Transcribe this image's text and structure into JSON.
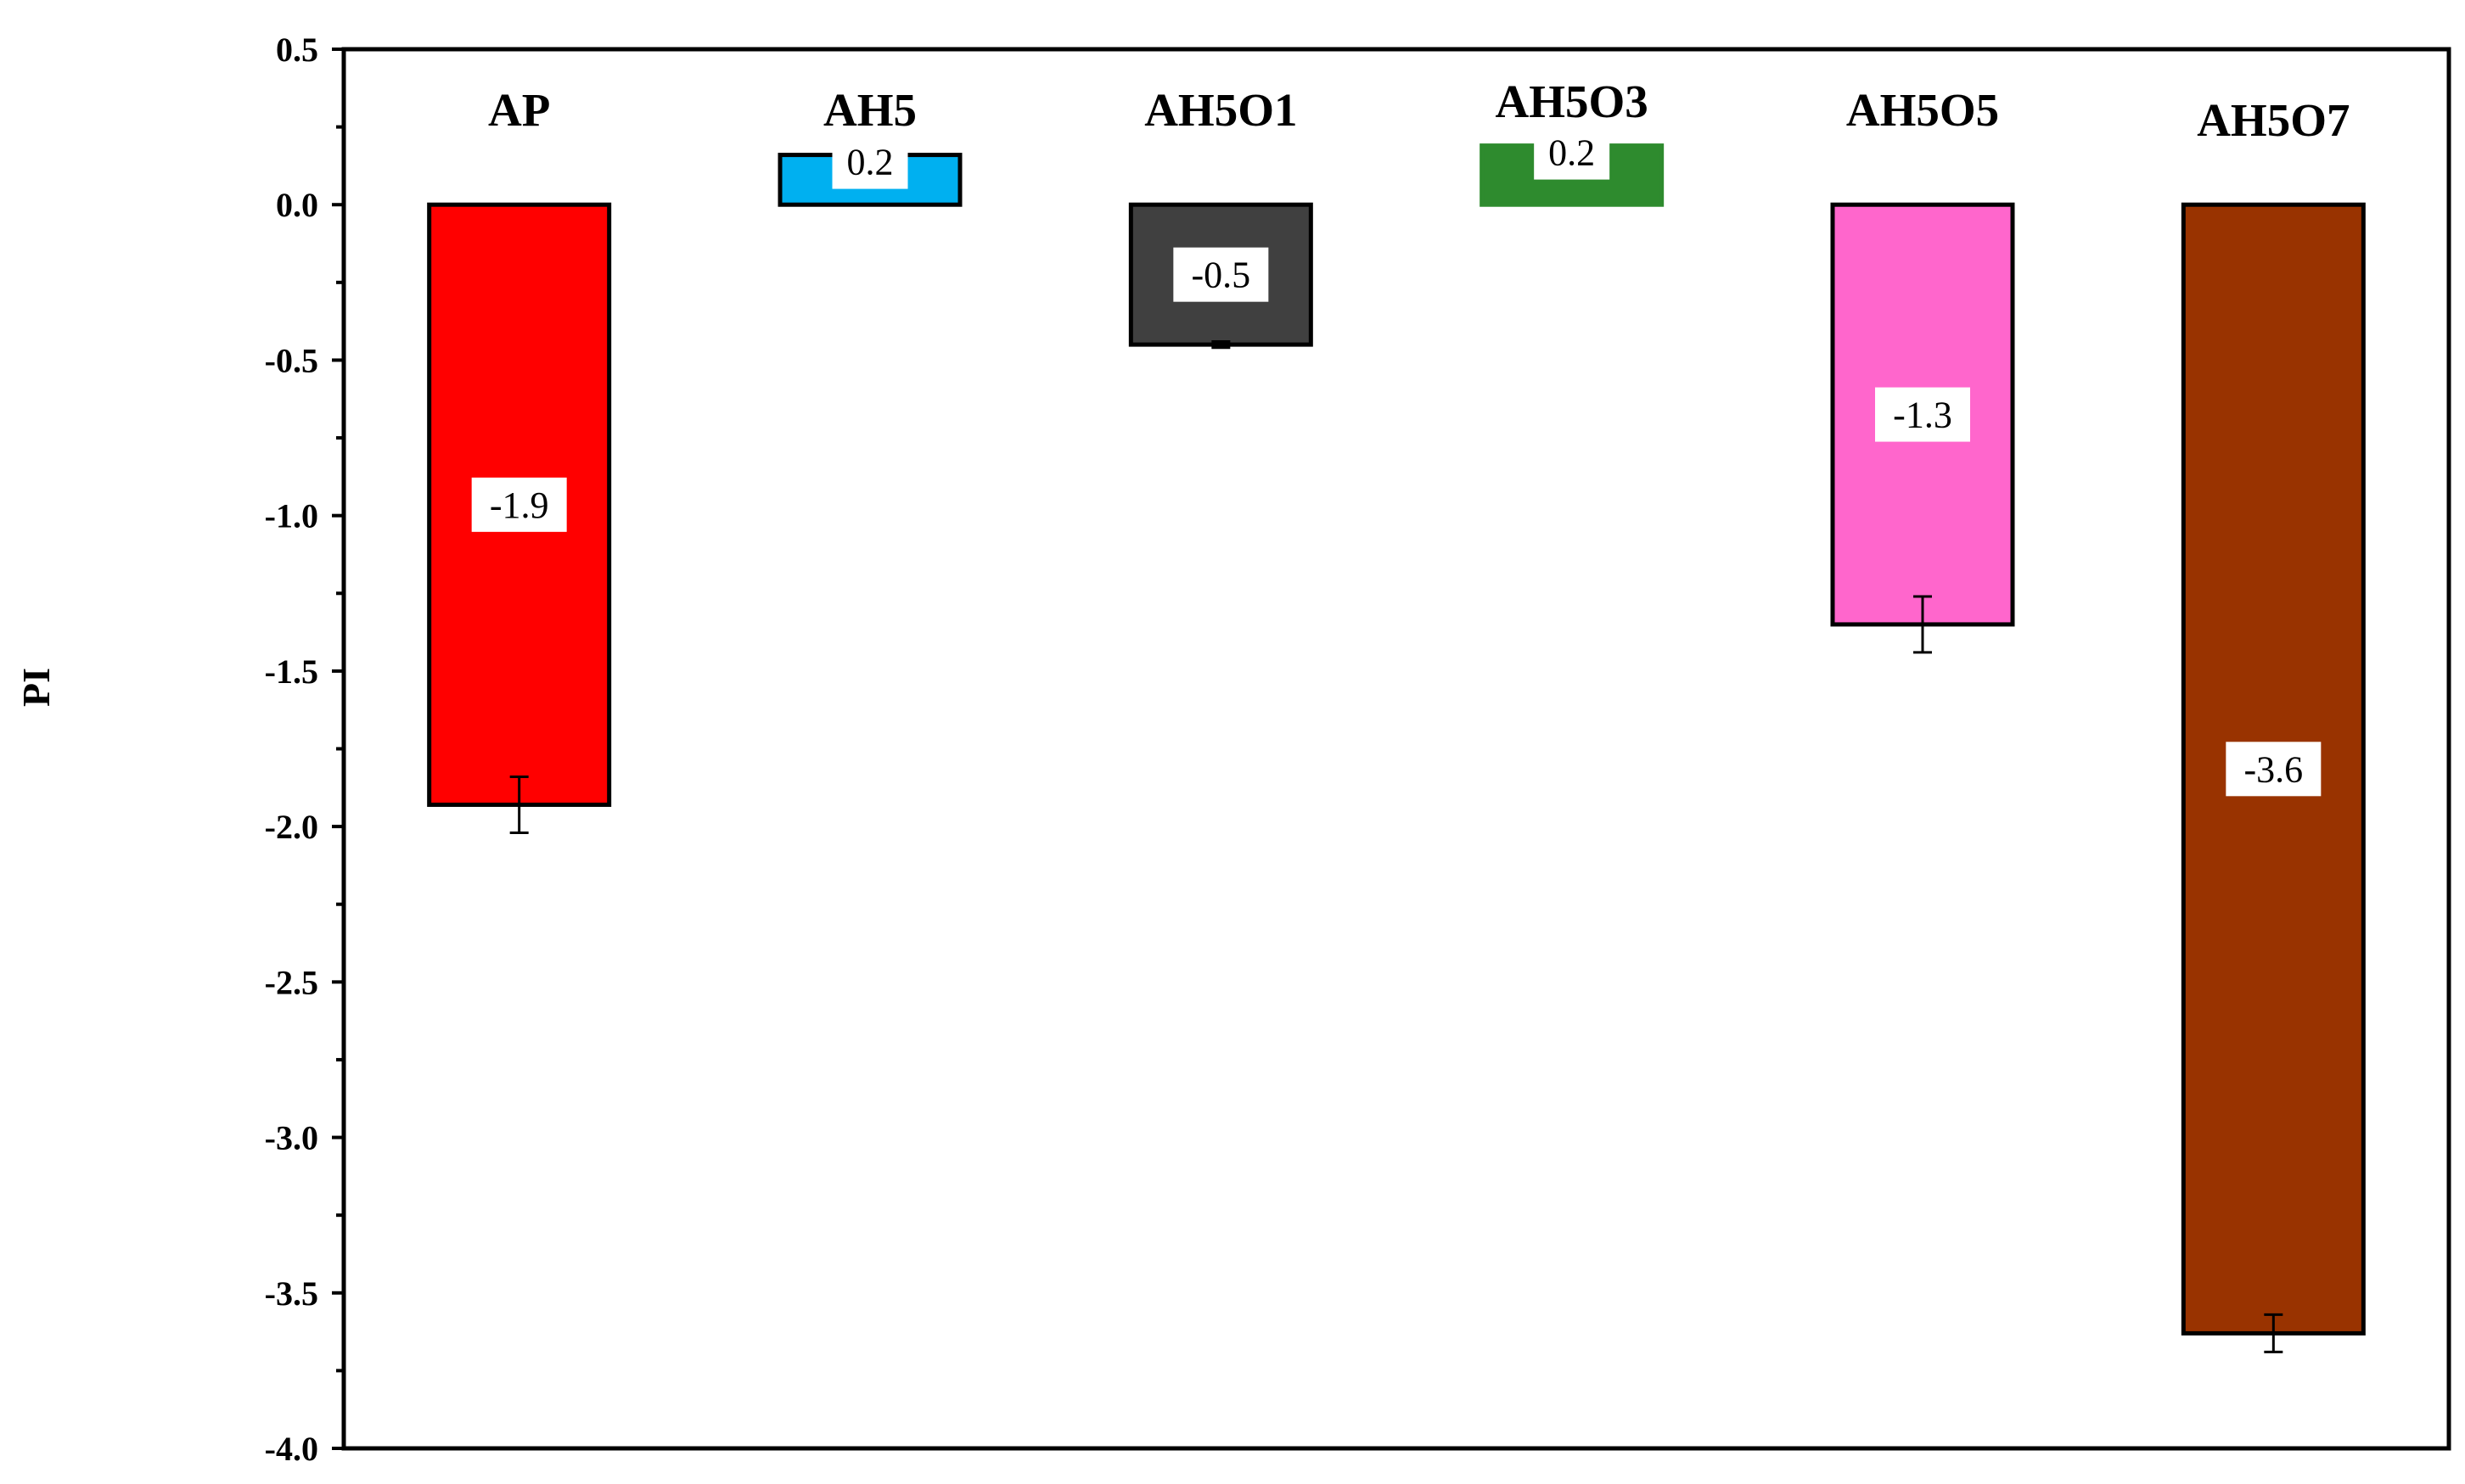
{
  "chart_data": {
    "type": "bar",
    "ylabel": "PI",
    "ylim": [
      -4.0,
      0.5
    ],
    "yticks": [
      "0.5",
      "0.0",
      "-0.5",
      "-1.0",
      "-1.5",
      "-2.0",
      "-2.5",
      "-3.0",
      "-3.5",
      "-4.0"
    ],
    "grid": false,
    "categories": [
      "AP",
      "AH5",
      "AH5O1",
      "AH5O3",
      "AH5O5",
      "AH5O7"
    ],
    "values": [
      -1.93,
      0.16,
      -0.45,
      0.19,
      -1.35,
      -3.63
    ],
    "errors": [
      0.09,
      0.0,
      0.01,
      0.0,
      0.09,
      0.06
    ],
    "data_labels": [
      "-1.9",
      "0.2",
      "-0.5",
      "0.2",
      "-1.3",
      "-3.6"
    ],
    "colors": [
      "#ff0000",
      "#00b0f0",
      "#404040",
      "#2e8b2e",
      "#ff66cc",
      "#993300"
    ],
    "bar_outline": [
      "#000000",
      "#000000",
      "#000000",
      "#2e8b2e",
      "#000000",
      "#000000"
    ]
  }
}
